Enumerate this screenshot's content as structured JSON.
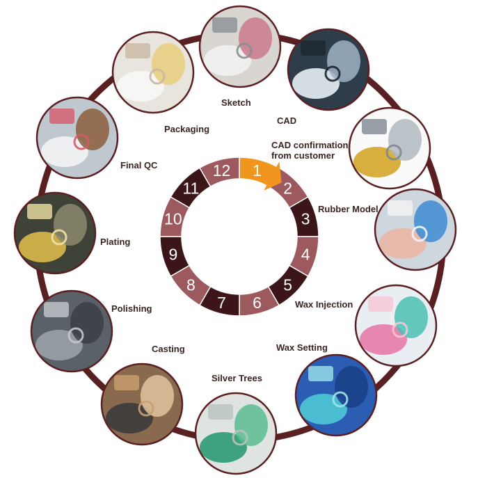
{
  "diagram": {
    "steps": [
      {
        "num": "1",
        "label": "Sketch",
        "photo": "sketch-photo"
      },
      {
        "num": "2",
        "label": "CAD",
        "photo": "cad-photo"
      },
      {
        "num": "3",
        "label": "CAD confirmation\nfrom customer",
        "photo": "cad-confirmation-photo"
      },
      {
        "num": "4",
        "label": "Rubber Model",
        "photo": "rubber-model-photo"
      },
      {
        "num": "5",
        "label": "Wax Injection",
        "photo": "wax-injection-photo"
      },
      {
        "num": "6",
        "label": "Wax Setting",
        "photo": "wax-setting-photo"
      },
      {
        "num": "7",
        "label": "Silver Trees",
        "photo": "silver-trees-photo"
      },
      {
        "num": "8",
        "label": "Casting",
        "photo": "casting-photo"
      },
      {
        "num": "9",
        "label": "Polishing",
        "photo": "polishing-photo"
      },
      {
        "num": "10",
        "label": "Plating",
        "photo": "plating-photo"
      },
      {
        "num": "11",
        "label": "Final QC",
        "photo": "final-qc-photo"
      },
      {
        "num": "12",
        "label": "Packaging",
        "photo": "packaging-photo"
      }
    ],
    "ring_numbers": [
      "1",
      "2",
      "3",
      "4",
      "5",
      "6",
      "7",
      "8",
      "9",
      "10",
      "11",
      "12"
    ],
    "colors": {
      "orbit": "#5a1f21",
      "segment_dark": "#3b1518",
      "segment_light": "#9c5a5e",
      "segment_active": "#f0961f",
      "label_text": "#3a2422",
      "number_text": "#ffffff"
    }
  }
}
